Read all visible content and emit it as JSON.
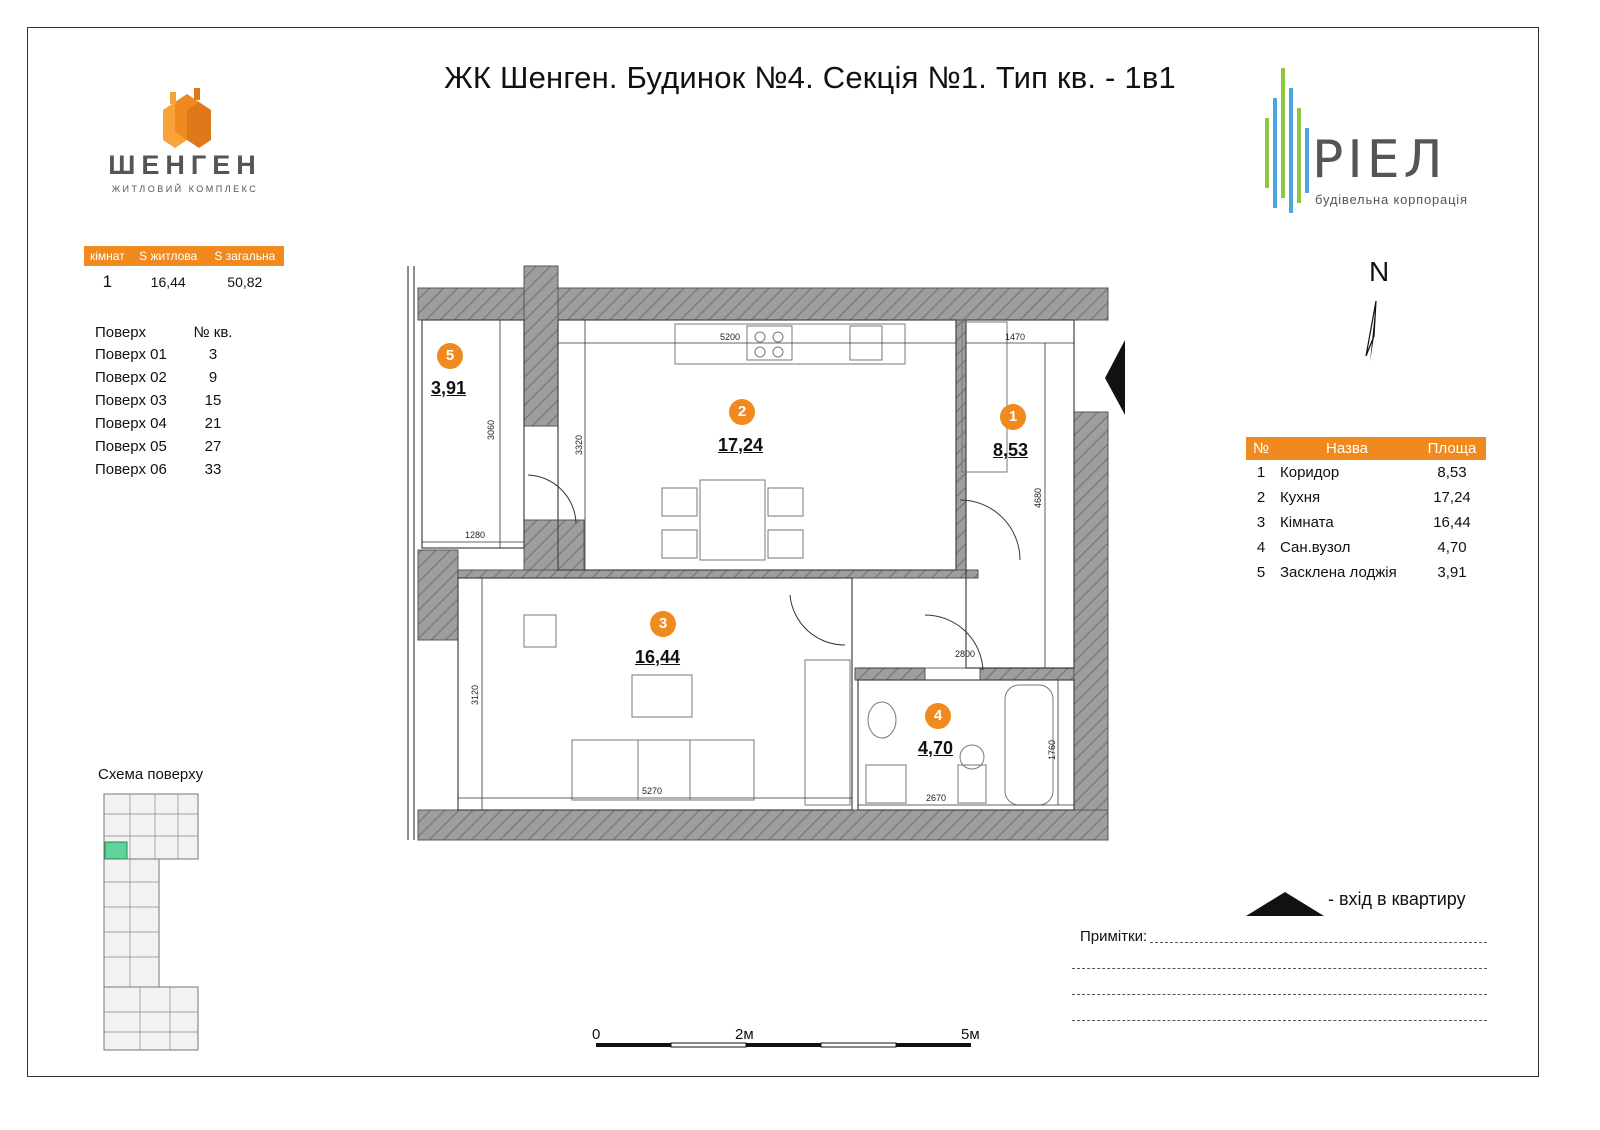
{
  "title": "ЖК Шенген. Будинок №4. Секція №1. Тип кв. - 1в1",
  "left_logo": {
    "name": "ШЕНГЕН",
    "subtitle": "ЖИТЛОВИЙ КОМПЛЕКС"
  },
  "right_logo": {
    "name": "РІЕЛ",
    "subtitle": "будівельна корпорація"
  },
  "summary": {
    "headers": [
      "кімнат",
      "S житлова",
      "S загальна"
    ],
    "values": [
      "1",
      "16,44",
      "50,82"
    ]
  },
  "floors": {
    "headers": [
      "Поверх",
      "№ кв."
    ],
    "rows": [
      [
        "Поверх 01",
        "3"
      ],
      [
        "Поверх 02",
        "9"
      ],
      [
        "Поверх 03",
        "15"
      ],
      [
        "Поверх 04",
        "21"
      ],
      [
        "Поверх 05",
        "27"
      ],
      [
        "Поверх 06",
        "33"
      ]
    ]
  },
  "scheme_label": "Схема поверху",
  "north_label": "N",
  "rooms_table": {
    "headers": [
      "№",
      "Назва",
      "Площа"
    ],
    "rows": [
      [
        "1",
        "Коридор",
        "8,53"
      ],
      [
        "2",
        "Кухня",
        "17,24"
      ],
      [
        "3",
        "Кімната",
        "16,44"
      ],
      [
        "4",
        "Сан.вузол",
        "4,70"
      ],
      [
        "5",
        "Засклена лоджія",
        "3,91"
      ]
    ]
  },
  "plan_rooms": [
    {
      "num": "1",
      "area": "8,53"
    },
    {
      "num": "2",
      "area": "17,24"
    },
    {
      "num": "3",
      "area": "16,44"
    },
    {
      "num": "4",
      "area": "4,70"
    },
    {
      "num": "5",
      "area": "3,91"
    }
  ],
  "dimensions": {
    "kitchen_width": "5200",
    "corridor_width": "1470",
    "loggia_height": "3060",
    "kitchen_height": "3320",
    "loggia_width": "1280",
    "corridor_height": "4680",
    "bath_top": "2800",
    "room_height": "3120",
    "bath_height": "1760",
    "room_width": "5270",
    "bath_width": "2670"
  },
  "legend": {
    "entry_text": "- вхід в квартиру",
    "notes_label": "Примітки:"
  },
  "scale": {
    "labels": [
      "0",
      "2м",
      "5м"
    ]
  },
  "colors": {
    "accent": "#f08a1e",
    "wall": "#9e9e9e",
    "floor_highlight": "#5fd39a"
  }
}
